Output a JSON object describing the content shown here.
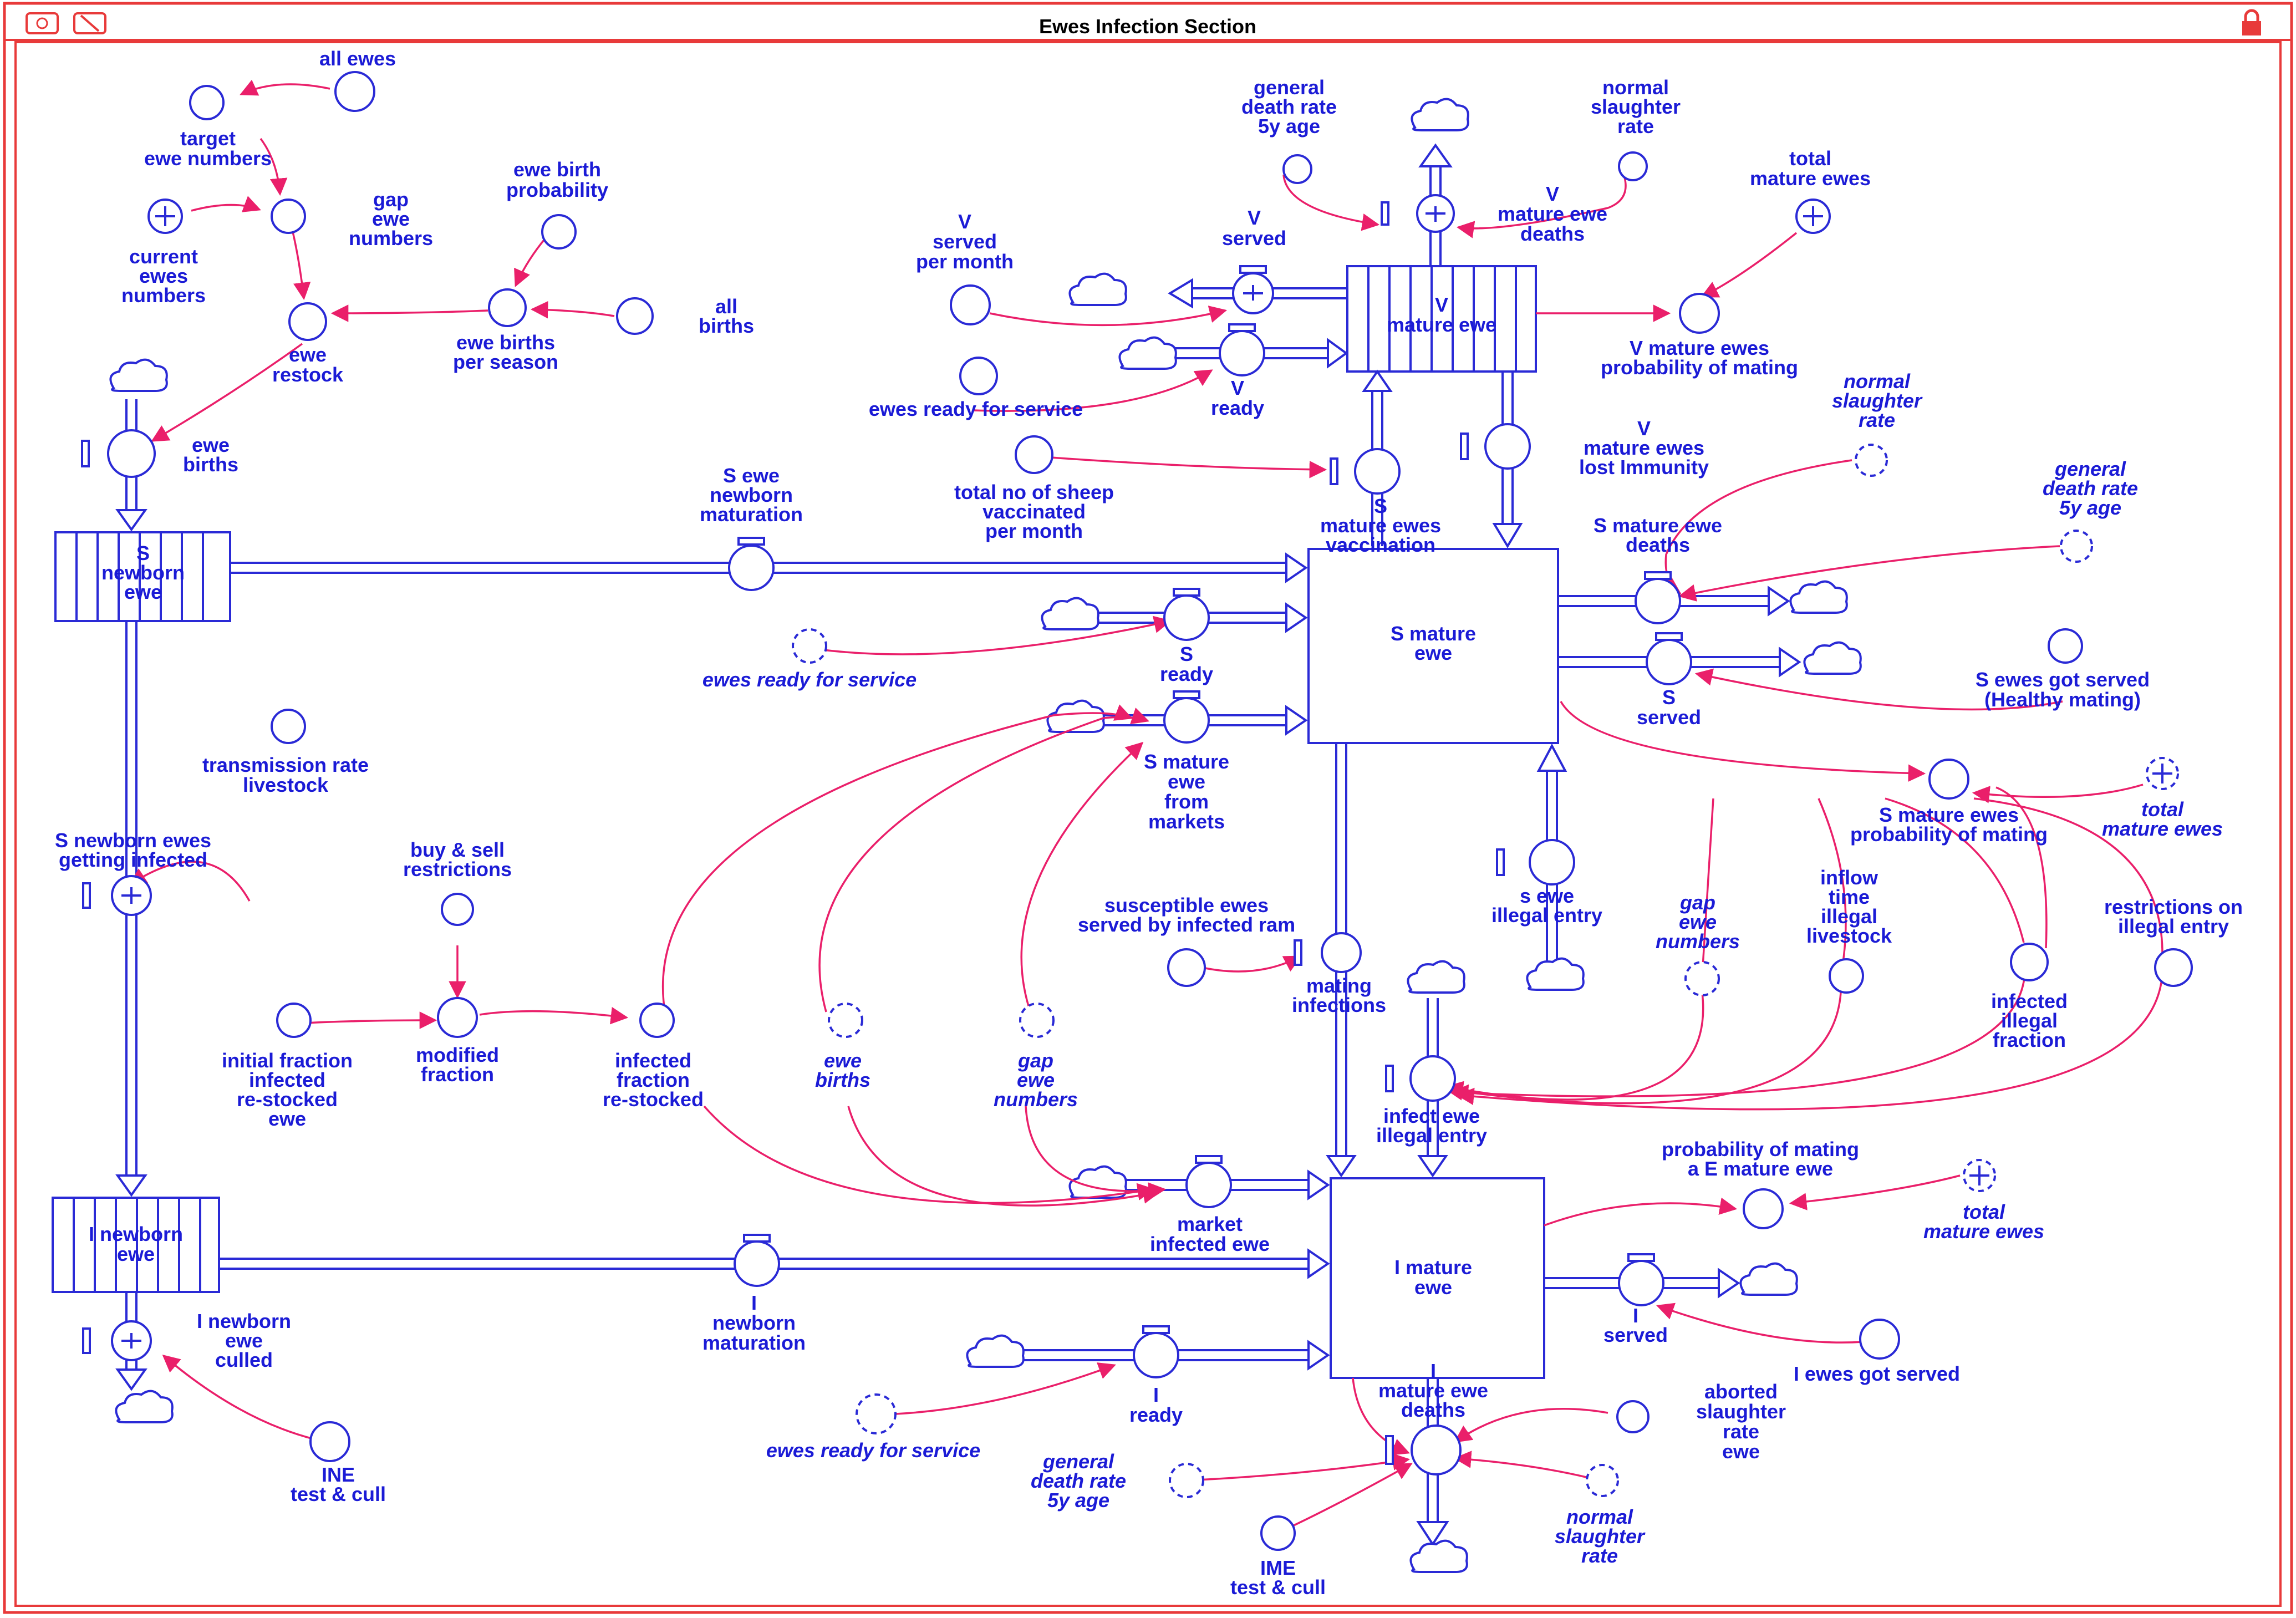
{
  "window": {
    "title": "Ewes Infection Section"
  },
  "colors": {
    "stock": "#2a2ad6",
    "link": "#ea1f6a",
    "text": "#1b1bd6",
    "frame": "#e83a3a"
  },
  "labels": {
    "all_ewes": "all ewes",
    "target_l1": "target",
    "target_l2": "ewe numbers",
    "gap_l1": "gap",
    "gap_l2": "ewe",
    "gap_l3": "numbers",
    "current_l1": "current",
    "current_l2": "ewes",
    "current_l3": "numbers",
    "ebp_l1": "ewe birth",
    "ebp_l2": "probability",
    "all_births_l1": "all",
    "all_births_l2": "births",
    "restock_l1": "ewe",
    "restock_l2": "restock",
    "ebps_l1": "ewe births",
    "ebps_l2": "per season",
    "ewe_births_l1": "ewe",
    "ewe_births_l2": "births",
    "s_newborn_l1": "S",
    "s_newborn_l2": "newborn",
    "s_newborn_l3": "ewe",
    "s_mat_l1": "S ewe",
    "s_mat_l2": "newborn",
    "s_mat_l3": "maturation",
    "gdr_l1": "general",
    "gdr_l2": "death rate",
    "gdr_l3": "5y age",
    "nsr_l1": "normal",
    "nsr_l2": "slaughter",
    "nsr_l3": "rate",
    "v_death_l1": "V",
    "v_death_l2": "mature ewe",
    "v_death_l3": "deaths",
    "tme_l1": "total",
    "tme_l2": "mature ewes",
    "vspm_l1": "V",
    "vspm_l2": "served",
    "vspm_l3": "per month",
    "v_served_l1": "V",
    "v_served_l2": "served",
    "v_mature_l1": "V",
    "v_mature_l2": "mature ewe",
    "vmep_l1": "V mature ewes",
    "vmep_l2": "probability of mating",
    "erfs": "ewes ready for service",
    "v_ready_l1": "V",
    "v_ready_l2": "ready",
    "vmli_l1": "V",
    "vmli_l2": "mature ewes",
    "vmli_l3": "lost Immunity",
    "tnsv_l1": "total no of sheep",
    "tnsv_l2": "vaccinated",
    "tnsv_l3": "per month",
    "smev_l1": "S",
    "smev_l2": "mature ewes",
    "smev_l3": "vaccination",
    "sme_death_l1": "S mature ewe",
    "sme_death_l2": "deaths",
    "s_mature_l1": "S mature",
    "s_mature_l2": "ewe",
    "s_ready_l1": "S",
    "s_ready_l2": "ready",
    "s_served_l1": "S",
    "s_served_l2": "served",
    "segs_l1": "S ewes got served",
    "segs_l2": "(Healthy mating)",
    "smefm_l1": "S mature",
    "smefm_l2": "ewe",
    "smefm_l3": "from",
    "smefm_l4": "markets",
    "trl_l1": "transmission rate",
    "trl_l2": "livestock",
    "snegi_l1": "S newborn ewes",
    "snegi_l2": "getting infected",
    "smepm_l1": "S mature ewes",
    "smepm_l2": "probability of mating",
    "bsr_l1": "buy & sell",
    "bsr_l2": "restrictions",
    "sesir_l1": "susceptible ewes",
    "sesir_l2": "served by infected ram",
    "seie_l1": "s ewe",
    "seie_l2": "illegal entry",
    "itil_l1": "inflow",
    "itil_l2": "time",
    "itil_l3": "illegal",
    "itil_l4": "livestock",
    "roie_l1": "restrictions on",
    "roie_l2": "illegal entry",
    "mi_l1": "mating",
    "mi_l2": "infections",
    "iif_l1": "infected",
    "iif_l2": "illegal",
    "iif_l3": "fraction",
    "ifire_l1": "initial fraction",
    "ifire_l2": "infected",
    "ifire_l3": "re-stocked",
    "ifire_l4": "ewe",
    "mf_l1": "modified",
    "mf_l2": "fraction",
    "ifr_l1": "infected",
    "ifr_l2": "fraction",
    "ifr_l3": "re-stocked",
    "iei_l1": "infect ewe",
    "iei_l2": "illegal entry",
    "pme_l1": "probability of mating",
    "pme_l2": "a E mature ewe",
    "mie_l1": "market",
    "mie_l2": "infected ewe",
    "i_newborn_l1": "I newborn",
    "i_newborn_l2": "ewe",
    "inm_l1": "I",
    "inm_l2": "newborn",
    "inm_l3": "maturation",
    "i_mature_l1": "I mature",
    "i_mature_l2": "ewe",
    "i_served_l1": "I",
    "i_served_l2": "served",
    "ienc_l1": "I newborn",
    "ienc_l2": "ewe",
    "ienc_l3": "culled",
    "iegs": "I ewes got served",
    "imed_l1": "I",
    "imed_l2": "mature ewe",
    "imed_l3": "deaths",
    "asre_l1": "aborted",
    "asre_l2": "slaughter",
    "asre_l3": "rate",
    "asre_l4": "ewe",
    "i_ready_l1": "I",
    "i_ready_l2": "ready",
    "ine_l1": "INE",
    "ine_l2": "test & cull",
    "ime_l1": "IME",
    "ime_l2": "test & cull"
  }
}
